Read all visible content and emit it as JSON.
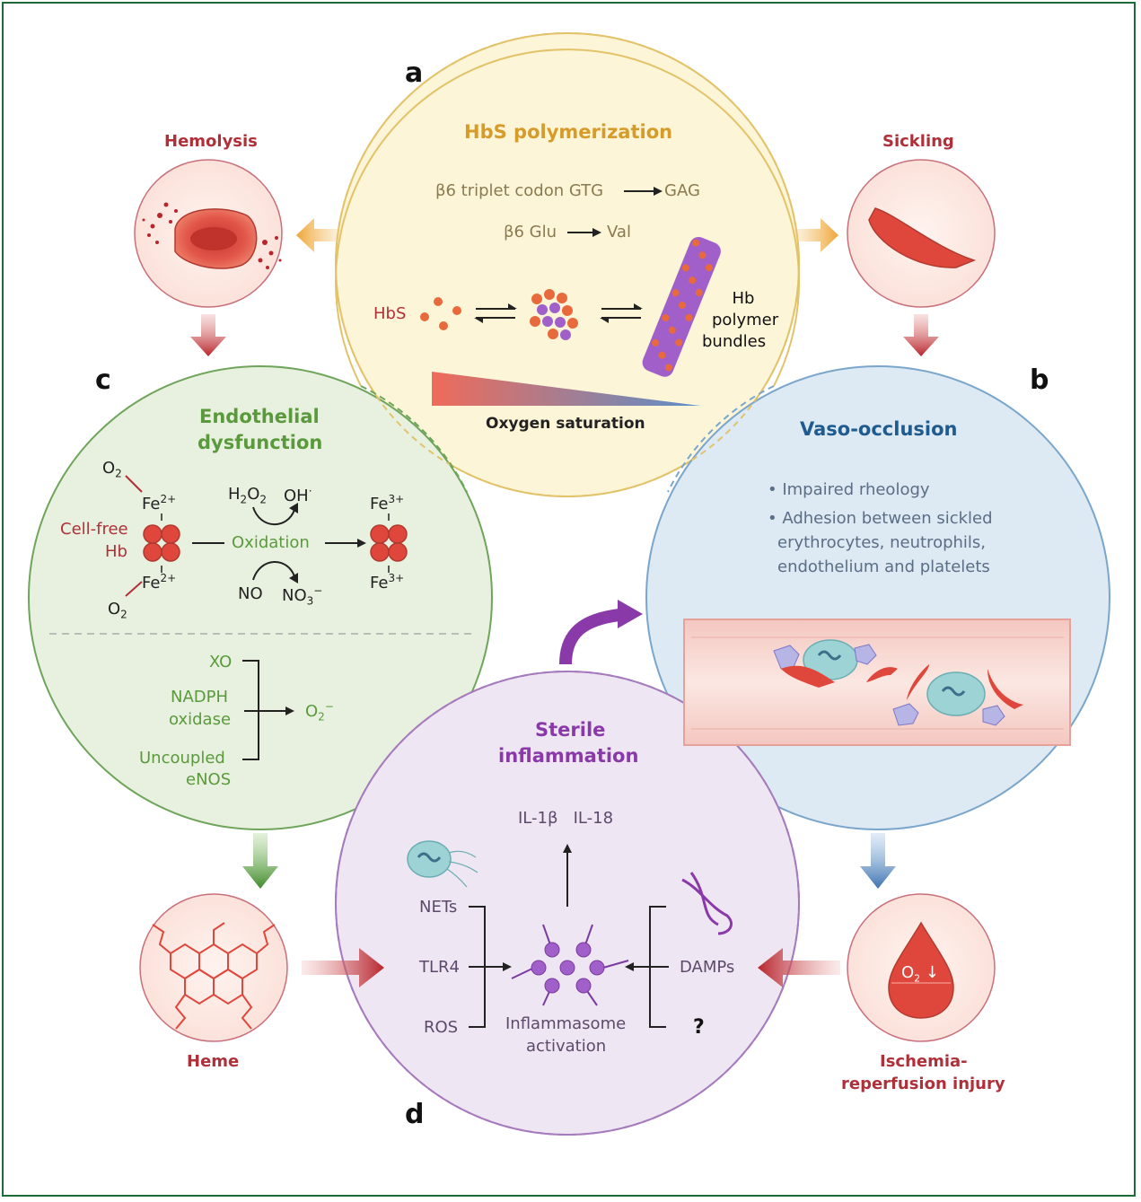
{
  "panels": {
    "a": {
      "letter": "a",
      "title": "HbS polymerization",
      "codon_line_1": "β6 triplet codon GTG",
      "codon_line_2": "GAG",
      "aa_line_1": "β6 Glu",
      "aa_line_2": "Val",
      "hbs_label": "HbS",
      "polymer_label": [
        "Hb",
        "polymer",
        "bundles"
      ],
      "gradient_label": "Oxygen saturation"
    },
    "b": {
      "letter": "b",
      "title": "Vaso-occlusion",
      "bullets": [
        "• Impaired rheology",
        "• Adhesion between sickled",
        "erythrocytes, neutrophils,",
        "endothelium and platelets"
      ]
    },
    "c": {
      "letter": "c",
      "title_lines": [
        "Endothelial",
        "dysfunction"
      ],
      "cell_free_hb": [
        "Cell-free",
        "Hb"
      ],
      "o2": "O",
      "o2_sub": "2",
      "fe2": "Fe",
      "fe2_sup": "2+",
      "fe3": "Fe",
      "fe3_sup": "3+",
      "h2o2": "H",
      "h2o2_sub": "2",
      "h2o2_mid": "O",
      "oh": "OH",
      "oh_sup": "·",
      "oxidation": "Oxidation",
      "no": "NO",
      "no3": "NO",
      "no3_sub": "3",
      "no3_sup": "−",
      "sources": [
        "XO",
        "NADPH",
        "oxidase",
        "Uncoupled",
        "eNOS"
      ],
      "superoxide": "O",
      "superoxide_sub": "2",
      "superoxide_sup": "−"
    },
    "d": {
      "letter": "d",
      "title_lines": [
        "Sterile",
        "inflammation"
      ],
      "cytokines": "IL-1β   IL-18",
      "left_inputs": [
        "NETs",
        "TLR4",
        "ROS"
      ],
      "damps": "DAMPs",
      "unknown": "?",
      "center_label": [
        "Inflammasome",
        "activation"
      ]
    }
  },
  "satellites": {
    "hemolysis": "Hemolysis",
    "sickling": "Sickling",
    "heme": "Heme",
    "ischemia": [
      "Ischemia-",
      "reperfusion injury"
    ],
    "drop_label": "O",
    "drop_sub": "2",
    "drop_arrow": "↓"
  },
  "colors": {
    "panel_a": "#fdf5d8",
    "panel_a_stroke": "#e2c36a",
    "panel_b": "#dde9f3",
    "panel_b_stroke": "#7aa6cc",
    "panel_c": "#e8f1df",
    "panel_c_stroke": "#6fa55a",
    "panel_d": "#efe6f3",
    "panel_d_stroke": "#a67bbd",
    "orange_title": "#d79b2a",
    "blue_title": "#1f5b8f",
    "green_title": "#5a9a3c",
    "purple_title": "#8a3aa8",
    "red_label": "#b0303a",
    "frame": "#1e6b3a"
  }
}
